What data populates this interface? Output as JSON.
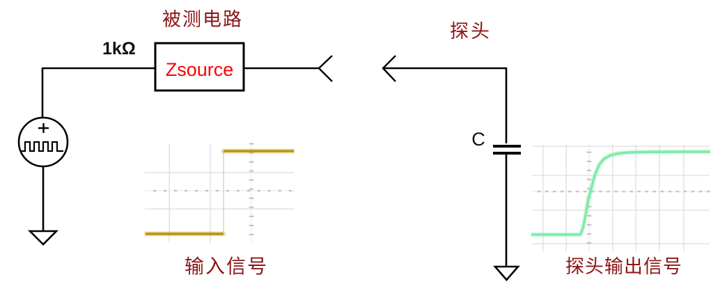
{
  "diagram": {
    "dut_title": "被测电路",
    "probe_title": "探头",
    "resistor_label": "1kΩ",
    "source_box_label": "Zsource",
    "capacitor_label": "C"
  },
  "colors": {
    "label_dark_red": "#8b1616",
    "zsource_red": "#fb0000",
    "wire_black": "#000000",
    "grid_line": "#d4d4d4",
    "grid_axis": "#e8e8e8",
    "grid_tick": "#c4c4c4",
    "input_trace": "#b8950d",
    "input_edge": "#d8c46e",
    "output_trace": "#7deba9"
  },
  "chart_data": [
    {
      "id": "input_signal",
      "type": "line",
      "title": "输入信号",
      "xlabel": "",
      "ylabel": "",
      "axis_tick_labels": "none (oscilloscope-style graticule, unlabeled)",
      "description": "ideal square step input: flat low level, instantaneous rising edge just left of center, flat high level",
      "grid": {
        "vlines": [
          0.167,
          0.44
        ],
        "hlines": [
          0.345,
          0.703
        ],
        "x_axis_y": 0.524,
        "y_axis_x": 0.713,
        "x_tick_step": 0.0694,
        "y_tick_step": 0.09
      },
      "series": [
        {
          "name": "low-level",
          "role": "trace",
          "color": "#b8950d",
          "points": [
            [
              0.01,
              0.097
            ],
            [
              0.528,
              0.097
            ]
          ]
        },
        {
          "name": "rising-edge",
          "role": "edge",
          "color": "#d8c46e",
          "points": [
            [
              0.528,
              0.097
            ],
            [
              0.528,
              0.917
            ]
          ]
        },
        {
          "name": "high-level",
          "role": "trace",
          "color": "#b8950d",
          "points": [
            [
              0.528,
              0.917
            ],
            [
              0.995,
              0.917
            ]
          ]
        }
      ]
    },
    {
      "id": "probe_output_signal",
      "type": "line",
      "title": "探头输出信号",
      "xlabel": "",
      "ylabel": "",
      "axis_tick_labels": "none (oscilloscope-style graticule, unlabeled)",
      "description": "RC low-pass (probe capacitance) response to the square step: flat low level, smooth exponential rise, settling to flat high level",
      "grid": {
        "vlines": [
          0.066,
          0.195,
          0.323,
          0.455,
          0.584,
          0.716,
          0.852
        ],
        "hlines": [
          0.077,
          0.387,
          0.71,
          0.98
        ],
        "x_axis_y": 0.561,
        "y_axis_x": 0.323,
        "x_tick_step": 0.043,
        "y_tick_step": 0.084
      },
      "series": [
        {
          "name": "rc-step-response",
          "role": "trace",
          "color": "#7deba9",
          "points": [
            [
              0.0,
              0.161
            ],
            [
              0.27,
              0.161
            ],
            [
              0.276,
              0.168
            ],
            [
              0.29,
              0.23
            ],
            [
              0.305,
              0.36
            ],
            [
              0.32,
              0.5
            ],
            [
              0.331,
              0.561
            ],
            [
              0.345,
              0.655
            ],
            [
              0.36,
              0.735
            ],
            [
              0.38,
              0.81
            ],
            [
              0.405,
              0.862
            ],
            [
              0.44,
              0.895
            ],
            [
              0.48,
              0.912
            ],
            [
              0.53,
              0.921
            ],
            [
              0.6,
              0.926
            ],
            [
              0.7,
              0.928
            ],
            [
              1.0,
              0.929
            ]
          ]
        }
      ]
    }
  ]
}
